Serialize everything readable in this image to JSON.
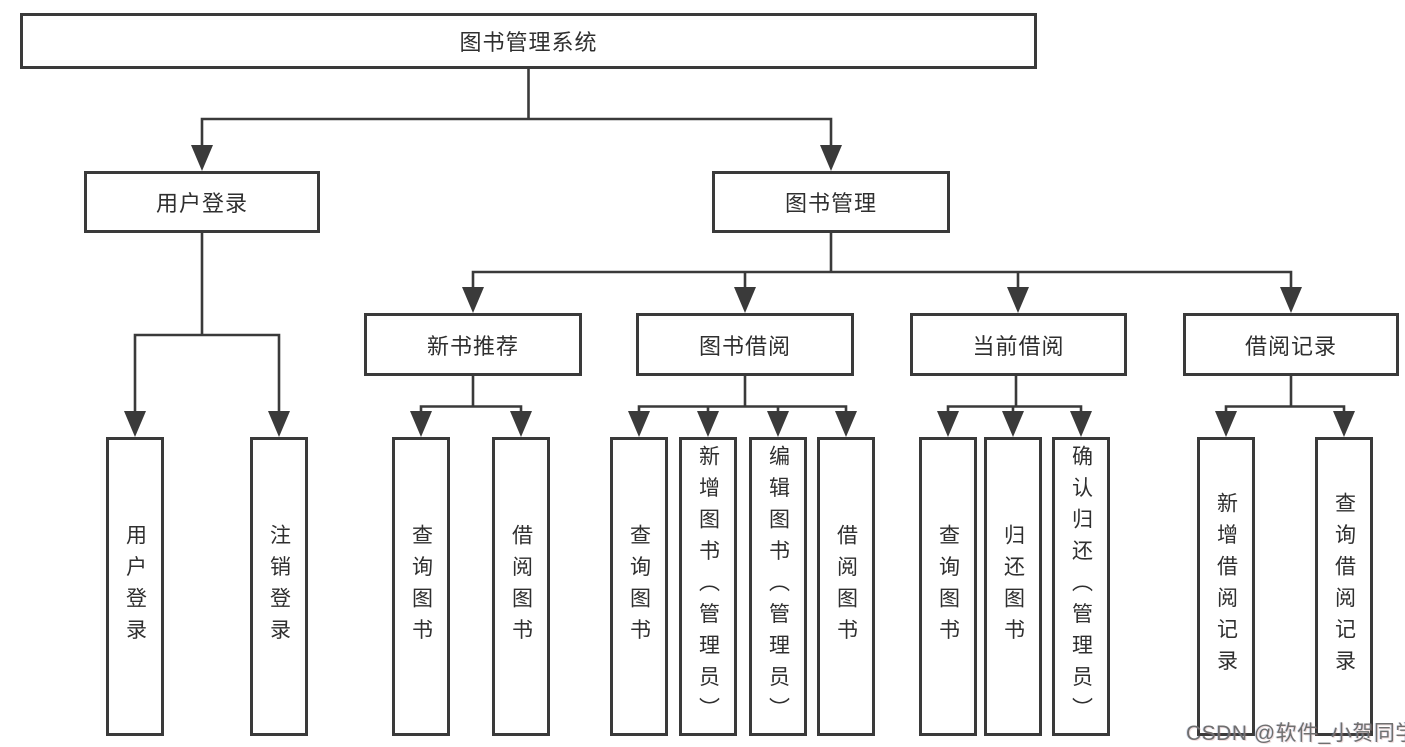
{
  "tree": {
    "root": {
      "label": "图书管理系统",
      "children": [
        {
          "label": "用户登录",
          "children": [
            {
              "label": "用户登录"
            },
            {
              "label": "注销登录"
            }
          ]
        },
        {
          "label": "图书管理",
          "children": [
            {
              "label": "新书推荐",
              "children": [
                {
                  "label": "查询图书"
                },
                {
                  "label": "借阅图书"
                }
              ]
            },
            {
              "label": "图书借阅",
              "children": [
                {
                  "label": "查询图书"
                },
                {
                  "label": "新增图书（管理员）"
                },
                {
                  "label": "编辑图书（管理员）"
                },
                {
                  "label": "借阅图书"
                }
              ]
            },
            {
              "label": "当前借阅",
              "children": [
                {
                  "label": "查询图书"
                },
                {
                  "label": "归还图书"
                },
                {
                  "label": "确认归还（管理员）"
                }
              ]
            },
            {
              "label": "借阅记录",
              "children": [
                {
                  "label": "新增借阅记录"
                },
                {
                  "label": "查询借阅记录"
                }
              ]
            }
          ]
        }
      ]
    }
  },
  "watermark": "CSDN @软件_小贺同学",
  "colors": {
    "line": "#3a3a3a",
    "box_border": "#3a3a3a",
    "text": "#2f2f2f",
    "background": "#ffffff",
    "watermark": "#6f6f6f"
  }
}
